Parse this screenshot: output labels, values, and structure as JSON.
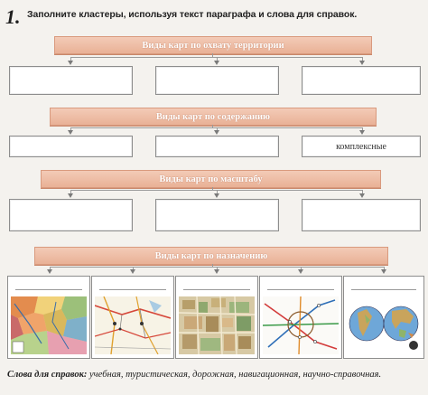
{
  "task": {
    "number": "1.",
    "instruction": "Заполните кластеры, используя текст параграфа и слова для справок."
  },
  "sections": [
    {
      "title": "Виды карт по охвату территории",
      "boxes": [
        "",
        "",
        ""
      ]
    },
    {
      "title": "Виды карт по содержанию",
      "boxes": [
        "",
        "",
        "комплексные"
      ]
    },
    {
      "title": "Виды карт по масштабу",
      "boxes": [
        "",
        "",
        ""
      ]
    },
    {
      "title": "Виды карт по назначению",
      "boxes": [
        "",
        "",
        "",
        "",
        ""
      ]
    }
  ],
  "reference": {
    "label": "Слова для справок:",
    "words": "учебная, туристическая, дорожная, навигационная, научно-справочная."
  },
  "colors": {
    "banner": "#eab59b",
    "banner_text": "#ffffff",
    "box_border": "#8d8d8d",
    "connector": "#9a9a9a"
  },
  "icons": [
    "political-map-image",
    "road-map-image",
    "city-plan-map-image",
    "metro-scheme-image",
    "world-globe-map-image"
  ]
}
